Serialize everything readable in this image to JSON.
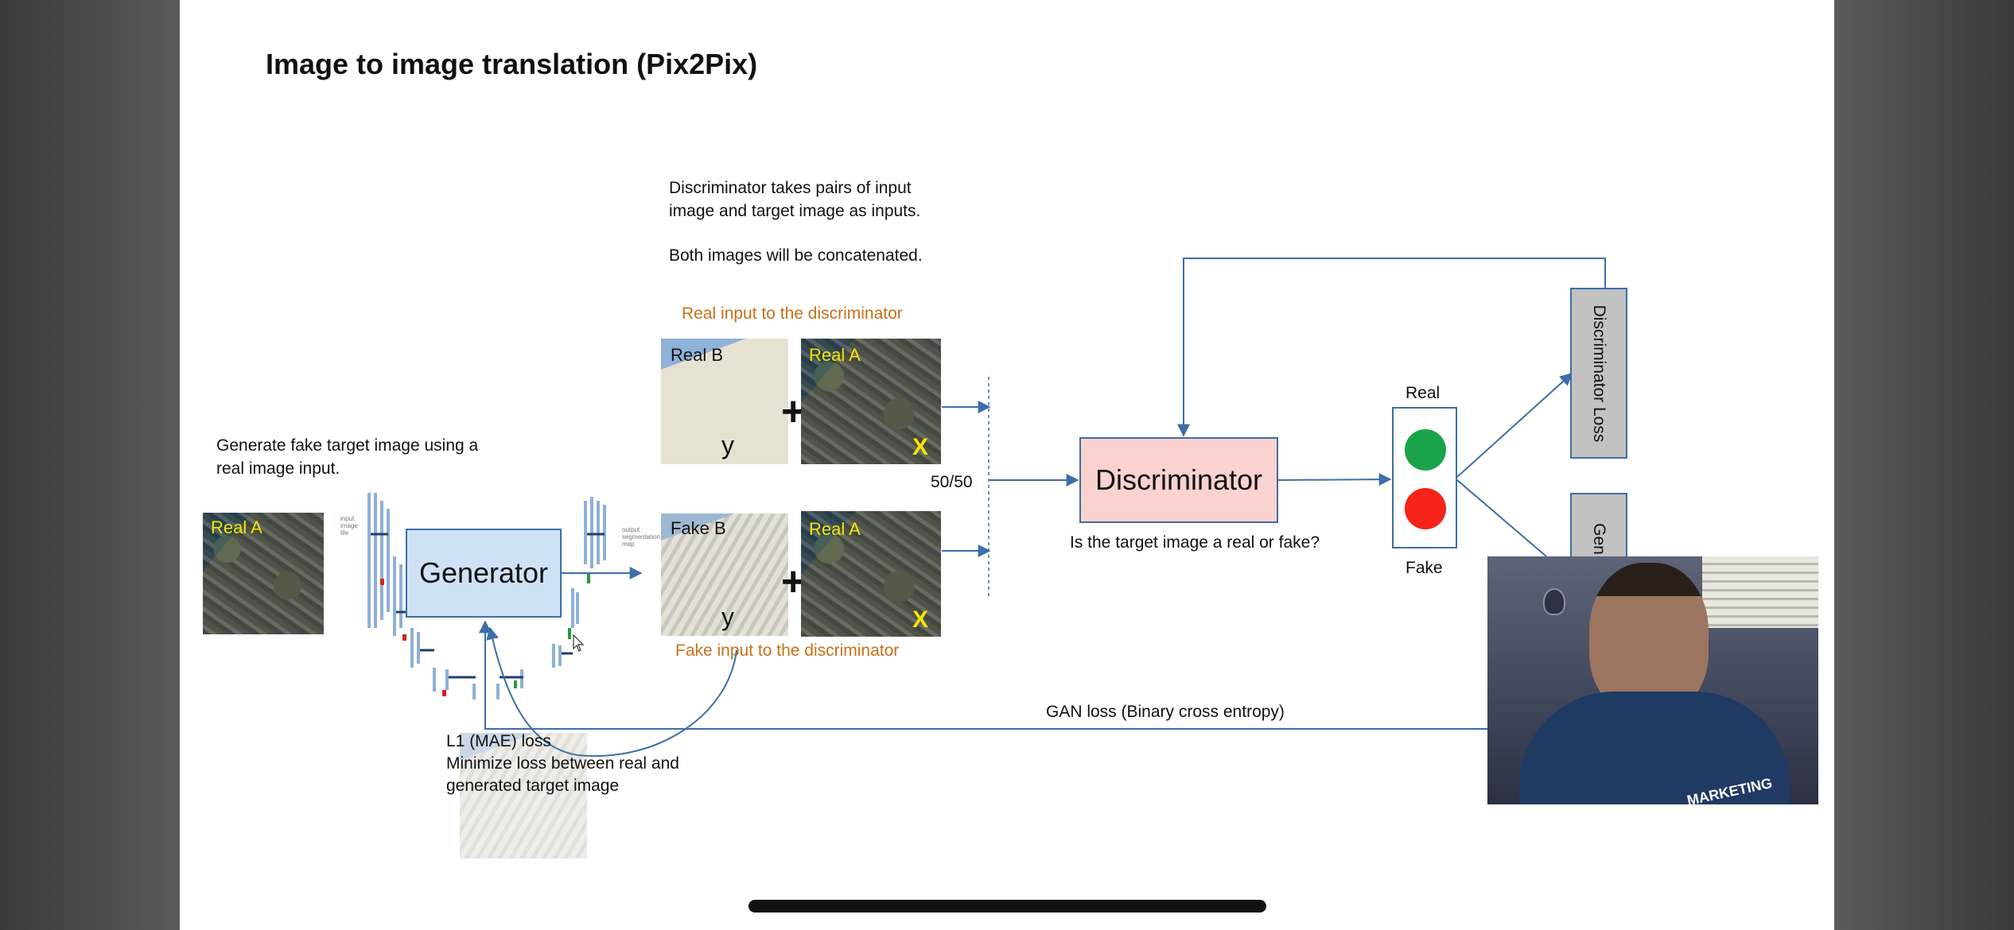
{
  "slide": {
    "title": "Image to image translation (Pix2Pix)",
    "disc_note_1": "Discriminator takes pairs of input image and target image as inputs.",
    "disc_note_2": "Both images will be concatenated.",
    "real_input_label": "Real input to the discriminator",
    "fake_input_label": "Fake input to the discriminator",
    "generate_note": "Generate fake target image using a real image input.",
    "generator_label": "Generator",
    "discriminator_label": "Discriminator",
    "question": "Is the target image a real or fake?",
    "ratio": "50/50",
    "real_label": "Real",
    "fake_label": "Fake",
    "disc_loss": "Discriminator Loss",
    "gen_loss_partial": "Gen",
    "gan_loss": "GAN loss (Binary cross entropy)",
    "l1_title": "L1 (MAE) loss",
    "l1_desc": "Minimize loss between real and generated target image",
    "images": {
      "real_a": "Real A",
      "real_b": "Real B",
      "fake_b": "Fake B",
      "y": "y",
      "x": "X",
      "plus": "+"
    },
    "unet_labels": {
      "input": "input image tile",
      "output": "output segmentation map"
    }
  },
  "webcam": {
    "shirt_text": "MARKETING"
  },
  "colors": {
    "arrow": "#3d6ea8",
    "generator_fill": "#cfe2f5",
    "discriminator_fill": "#fad2cf",
    "green_light": "#1aa34a",
    "red_light": "#f5231a",
    "orange_text": "#c8701a",
    "yellow_label": "#f5e400"
  }
}
